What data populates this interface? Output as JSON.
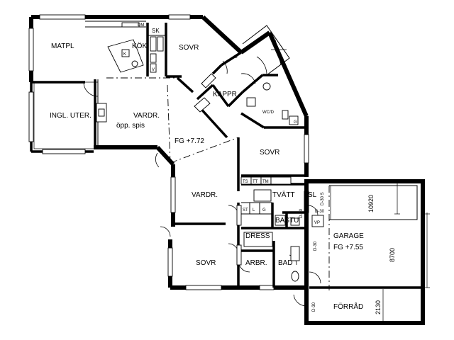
{
  "rooms": {
    "matpl": "MATPL",
    "kok": "KÖK",
    "sk": "SK",
    "sovr_1": "SOVR",
    "ingl_uter": "INGL. UTER.",
    "vardr_1": "VARDR.",
    "opp_spis": "öpp. spis",
    "fg_main": "FG +7.72",
    "kappr": "KAPPR",
    "wc_d": "WC/D",
    "sovr_2": "SOVR",
    "vardr_2": "VARDR.",
    "tvatt": "TVÄTT",
    "sl": "SL",
    "bastu": "BASTU",
    "dress": "DRESS",
    "sovr_3": "SOVR",
    "arbr": "ARBR.",
    "bad": "BAD",
    "garage": "GARAGE",
    "fg_garage": "FG +7.55",
    "forrad": "FÖRRÅD"
  },
  "fixtures": {
    "dm": "DM",
    "k": "K",
    "v": "V",
    "g": "G",
    "g2": "G",
    "ts": "TS",
    "tt": "TT",
    "tm": "TM",
    "st": "ST",
    "l": "L",
    "g3": "G",
    "vp": "VP"
  },
  "doors": {
    "d30_a": "D-30",
    "d30_b": "D-30",
    "d30_c": "D-30",
    "d30_s": "D-30 S",
    "d30_d": "D-30"
  },
  "dimensions": {
    "garage_width": "10920",
    "garage_depth": "8700",
    "forrad_depth": "2130"
  }
}
